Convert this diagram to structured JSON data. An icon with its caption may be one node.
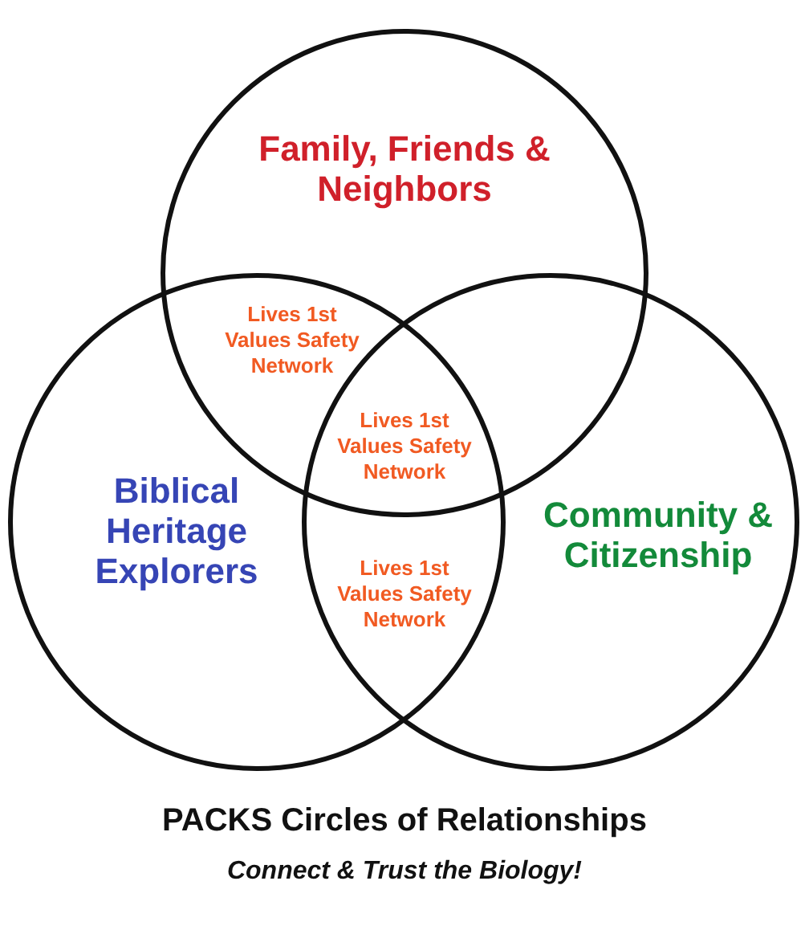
{
  "diagram": {
    "title": "PACKS Circles of Relationships",
    "caption": "Connect & Trust the Biology!",
    "nodes": [
      {
        "text": [
          "Family, Friends & Neighbors"
        ]
      },
      {
        "text": [
          "Biblical Heritage Explorers"
        ]
      },
      {
        "text": [
          "Community & Citizenship"
        ]
      }
    ],
    "labels": [
      "Lives 1st Values Safety Network",
      "Lives 1st Values Safety Network",
      "Lives 1st Values Safety Network"
    ]
  }
}
